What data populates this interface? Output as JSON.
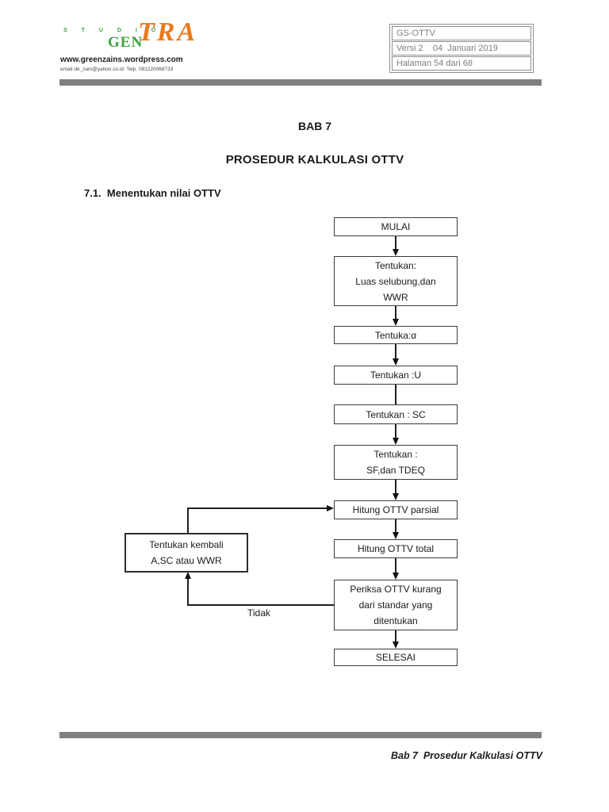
{
  "header": {
    "logo": {
      "studio_text": "S T U D I O",
      "gen_text": "GEN",
      "tra_text": "TRA",
      "website": "www.greenzains.wordpress.com",
      "contact": "email de_zain@yahoo.co.id  Telp. 081220068733",
      "green_color": "#3fa13f",
      "orange_color": "#e87a1d"
    },
    "doc_info": {
      "code": "GS-OTTV",
      "version": "Versi 2    04  Januari 2019",
      "page": "Halaman 54 dari 68"
    },
    "rule_color": "#808080"
  },
  "content": {
    "chapter": "BAB 7",
    "title": "PROSEDUR KALKULASI OTTV",
    "section": "7.1.  Menentukan nilai OTTV"
  },
  "flowchart": {
    "nodes": {
      "mulai": {
        "lines": [
          "MULAI"
        ]
      },
      "tentukan_luas": {
        "lines": [
          "Tentukan:",
          "Luas selubung,dan",
          "WWR"
        ]
      },
      "tentuka_alpha": {
        "lines": [
          "Tentuka:α"
        ]
      },
      "tentukan_u": {
        "lines": [
          "Tentukan :U"
        ]
      },
      "tentukan_sc": {
        "lines": [
          "Tentukan : SC"
        ]
      },
      "tentukan_sf": {
        "lines": [
          "Tentukan :",
          "SF,dan TDEQ"
        ]
      },
      "hitung_parsial": {
        "lines": [
          "Hitung OTTV parsial"
        ]
      },
      "hitung_total": {
        "lines": [
          "Hitung OTTV total"
        ]
      },
      "periksa": {
        "lines": [
          "Periksa OTTV kurang",
          "dari standar yang",
          "ditentukan"
        ]
      },
      "selesai": {
        "lines": [
          "SELESAI"
        ]
      },
      "tentukan_kembali": {
        "lines": [
          "Tentukan kembali",
          "A,SC atau WWR"
        ]
      }
    },
    "edge_labels": {
      "tidak": "Tidak"
    }
  },
  "footer": {
    "text": "Bab 7  Prosedur Kalkulasi OTTV"
  }
}
